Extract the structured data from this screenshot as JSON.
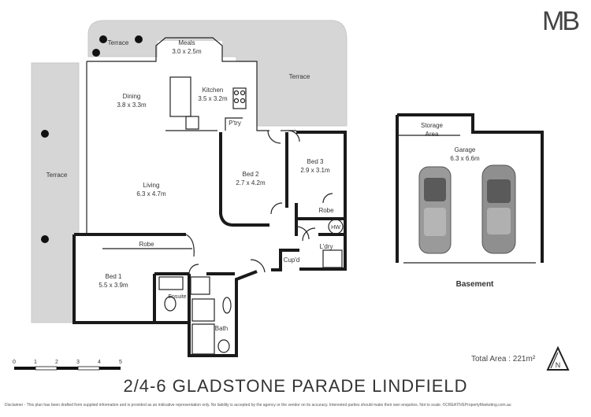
{
  "logo": "MB",
  "rooms": {
    "terrace_top_left": "Terrace",
    "meals": {
      "name": "Meals",
      "size": "3.0 x 2.5m"
    },
    "terrace_top_right": "Terrace",
    "dining": {
      "name": "Dining",
      "size": "3.8 x 3.3m"
    },
    "kitchen": {
      "name": "Kitchen",
      "size": "3.5 x 3.2m"
    },
    "pantry": "P'try",
    "terrace_left": "Terrace",
    "bed2": {
      "name": "Bed 2",
      "size": "2.7 x 4.2m"
    },
    "bed3": {
      "name": "Bed 3",
      "size": "2.9 x 3.1m"
    },
    "living": {
      "name": "Living",
      "size": "6.3 x 4.7m"
    },
    "robe_bed3": "Robe",
    "hw": "HW",
    "laundry": "L'dry",
    "robe_bed1": "Robe",
    "cupboard": "Cup'd",
    "bed1": {
      "name": "Bed 1",
      "size": "5.5 x 3.9m"
    },
    "ensuite": "Ensuite",
    "bath": "Bath",
    "storage": {
      "name": "Storage",
      "name2": "Area"
    },
    "garage": {
      "name": "Garage",
      "size": "6.3 x 6.6m"
    }
  },
  "basement_label": "Basement",
  "scale": {
    "ticks": [
      "0",
      "1",
      "2",
      "3",
      "4",
      "5"
    ]
  },
  "total_area": "Total Area : 221m²",
  "compass_letter": "N",
  "address": "2/4-6 GLADSTONE PARADE LINDFIELD",
  "disclaimer": "Disclaimer - This plan has been drafted from supplied information and is provided as an indicative representation only. No liability is accepted by the agency or the vendor on its accuracy. Interested parties should make their own enquiries. Not to scale. ©CREATIVEPropertyMarketing.com.au"
}
